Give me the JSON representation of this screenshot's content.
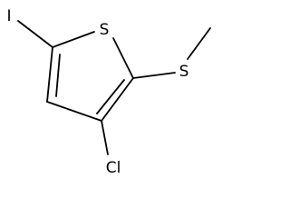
{
  "molecule": {
    "atoms": {
      "ring_sulfur": "S",
      "thioether_sulfur": "S",
      "iodine": "I",
      "chlorine": "Cl"
    }
  }
}
